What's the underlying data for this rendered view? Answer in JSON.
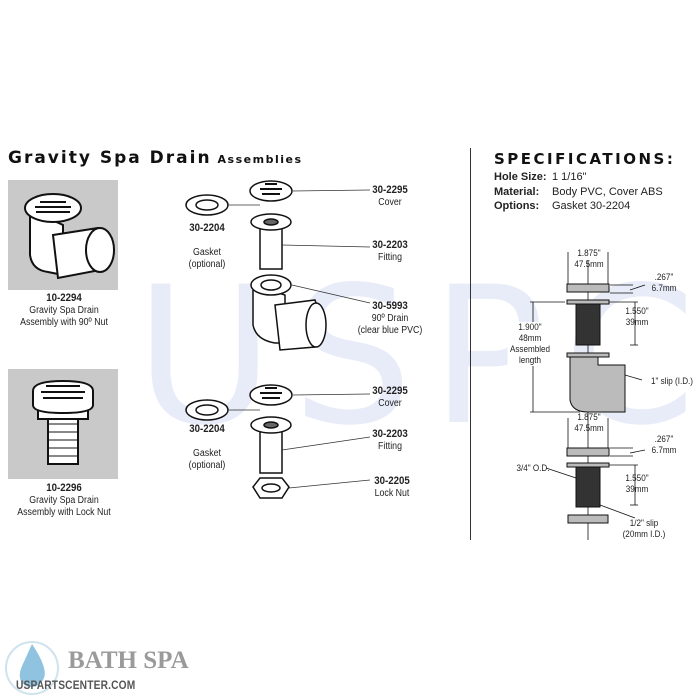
{
  "watermark": "USPC",
  "title": {
    "main": "Gravity Spa Drain",
    "sub": "Assemblies"
  },
  "assemblies": [
    {
      "part": "10-2294",
      "line1": "Gravity Spa Drain",
      "line2": "Assembly with 90º Nut"
    },
    {
      "part": "10-2296",
      "line1": "Gravity Spa Drain",
      "line2": "Assembly with Lock Nut"
    }
  ],
  "parts_top": {
    "cover": {
      "part": "30-2295",
      "name": "Cover"
    },
    "gasket": {
      "part": "30-2204",
      "name": "Gasket",
      "note": "(optional)"
    },
    "fitting": {
      "part": "30-2203",
      "name": "Fitting"
    },
    "drain": {
      "part": "30-5993",
      "name": "90º Drain",
      "note": "(clear blue PVC)"
    }
  },
  "parts_bottom": {
    "cover": {
      "part": "30-2295",
      "name": "Cover"
    },
    "gasket": {
      "part": "30-2204",
      "name": "Gasket",
      "note": "(optional)"
    },
    "fitting": {
      "part": "30-2203",
      "name": "Fitting"
    },
    "locknut": {
      "part": "30-2205",
      "name": "Lock Nut"
    }
  },
  "specifications": {
    "title": "SPECIFICATIONS:",
    "rows": [
      {
        "key": "Hole Size:",
        "value": "1 1/16\""
      },
      {
        "key": "Material:",
        "value": "Body PVC, Cover ABS"
      },
      {
        "key": "Options:",
        "value": "Gasket 30-2204"
      }
    ]
  },
  "dims_top": {
    "width_in": "1.875\"",
    "width_mm": "47.5mm",
    "cover_in": ".267\"",
    "cover_mm": "6.7mm",
    "fit_in": "1.550\"",
    "fit_mm": "39mm",
    "total_in": "1.900\"",
    "total_mm": "48mm",
    "total_l1": "Assembled",
    "total_l2": "length",
    "slip": "1\" slip (I.D.)"
  },
  "dims_bottom": {
    "width_in": "1.875\"",
    "width_mm": "47.5mm",
    "cover_in": ".267\"",
    "cover_mm": "6.7mm",
    "od": "3/4\" O.D.",
    "fit_in": "1.550\"",
    "fit_mm": "39mm",
    "slip1": "1/2\" slip",
    "slip2": "(20mm I.D.)"
  },
  "logo": {
    "name": "BATH SPA",
    "url": "USPARTSCENTER.COM"
  }
}
